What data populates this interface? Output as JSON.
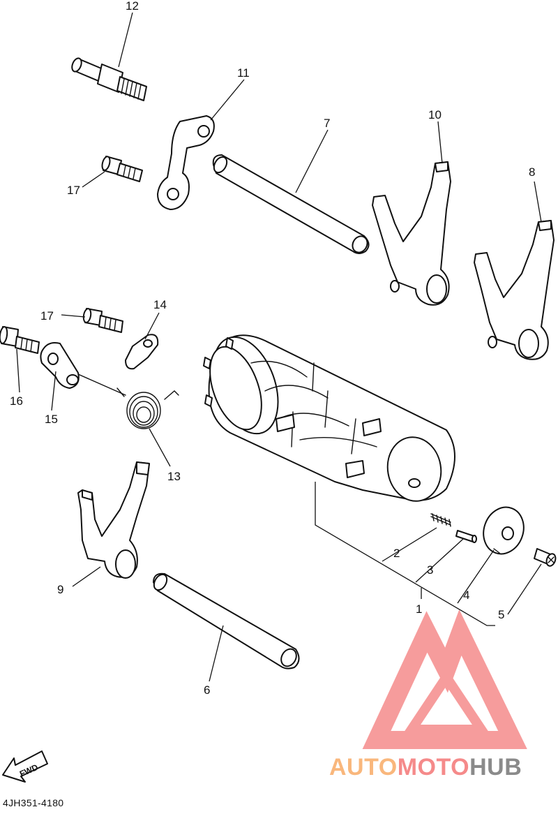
{
  "diagram": {
    "code": "4JH351-4180",
    "fwd_label": "FWD",
    "callouts": [
      {
        "id": "c1",
        "label": "1"
      },
      {
        "id": "c2",
        "label": "2"
      },
      {
        "id": "c3",
        "label": "3"
      },
      {
        "id": "c4",
        "label": "4"
      },
      {
        "id": "c5",
        "label": "5"
      },
      {
        "id": "c6",
        "label": "6"
      },
      {
        "id": "c7",
        "label": "7"
      },
      {
        "id": "c8",
        "label": "8"
      },
      {
        "id": "c9",
        "label": "9"
      },
      {
        "id": "c10",
        "label": "10"
      },
      {
        "id": "c11",
        "label": "11"
      },
      {
        "id": "c12",
        "label": "12"
      },
      {
        "id": "c13",
        "label": "13"
      },
      {
        "id": "c14",
        "label": "14"
      },
      {
        "id": "c15",
        "label": "15"
      },
      {
        "id": "c16",
        "label": "16"
      },
      {
        "id": "c17a",
        "label": "17"
      },
      {
        "id": "c17b",
        "label": "17"
      }
    ]
  },
  "watermark": {
    "part1": "AUTO",
    "part2": "MOTO",
    "part3": "HUB",
    "color1": "#f9b77c",
    "color2": "#f58a8a",
    "color3": "#8a8a8a",
    "logo_color": "#f47b7b"
  }
}
